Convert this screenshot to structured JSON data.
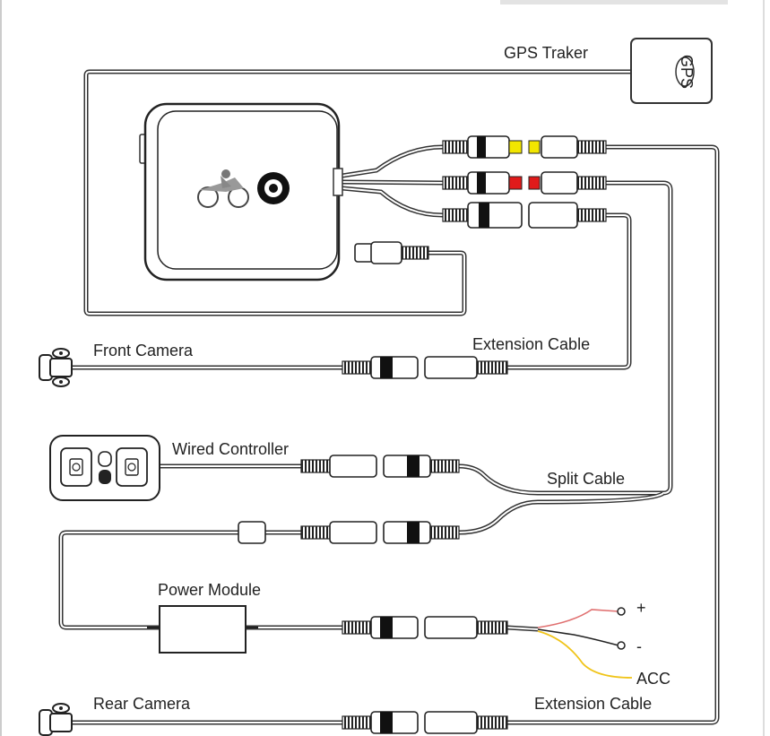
{
  "labels": {
    "gps": "GPS Traker",
    "gps_device": "GPS",
    "front_camera": "Front Camera",
    "extension_cable_1": "Extension Cable",
    "wired_controller": "Wired Controller",
    "split_cable": "Split Cable",
    "power_module": "Power Module",
    "plus": "+",
    "minus": "-",
    "acc": "ACC",
    "rear_camera": "Rear Camera",
    "extension_cable_2": "Extension Cable"
  },
  "colors": {
    "yellow_connector": "#f2e600",
    "red_connector": "#e01a1a",
    "acc_wire": "#f0c419",
    "plus_wire": "#e07070"
  },
  "icons": [
    "dvr-unit-icon",
    "motorcycle-icon",
    "camera-lens-icon",
    "gps-icon",
    "bullet-camera-icon",
    "controller-button-icon"
  ]
}
